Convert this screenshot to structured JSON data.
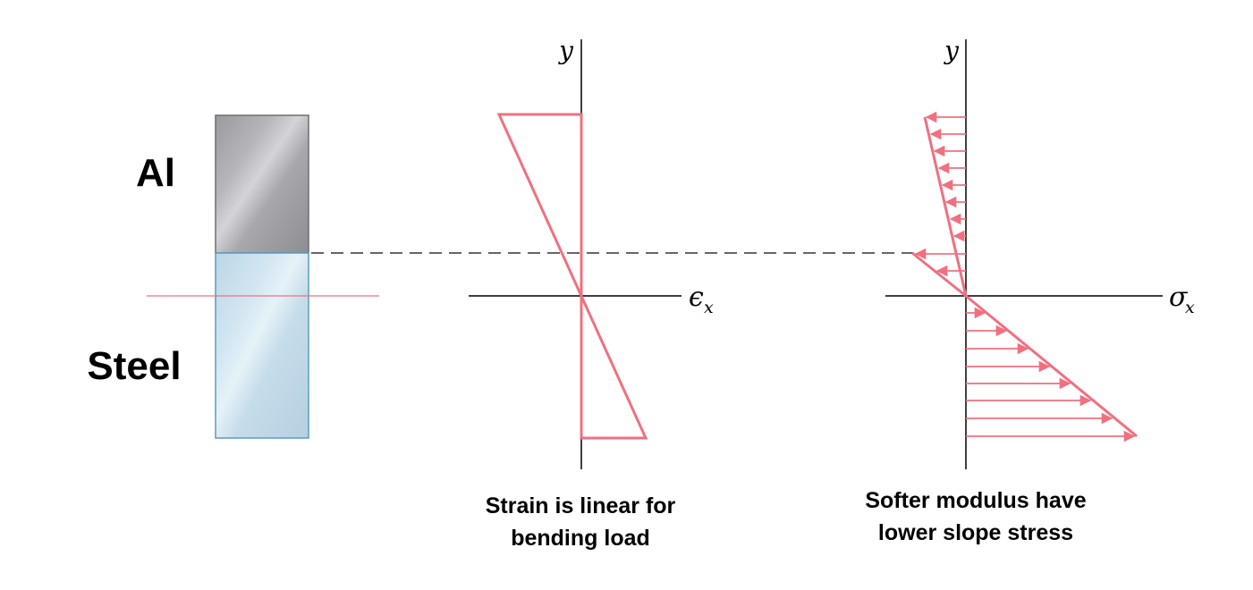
{
  "materials": {
    "top": {
      "name": "Al",
      "color": "#9e9ea2"
    },
    "bottom": {
      "name": "Steel",
      "color": "#c4dcea"
    }
  },
  "strain_plot": {
    "y_label": "y",
    "x_label": "ϵ",
    "x_subscript": "x",
    "caption_lines": [
      "Strain is linear for",
      "bending load"
    ]
  },
  "stress_plot": {
    "y_label": "y",
    "x_label": "σ",
    "x_subscript": "x",
    "caption_lines": [
      "Softer modulus have",
      "lower slope stress"
    ]
  },
  "colors": {
    "distribution": "#f07080",
    "neutral_axis": "#f07080",
    "axes": "#000000",
    "interface_line": "#333333"
  }
}
